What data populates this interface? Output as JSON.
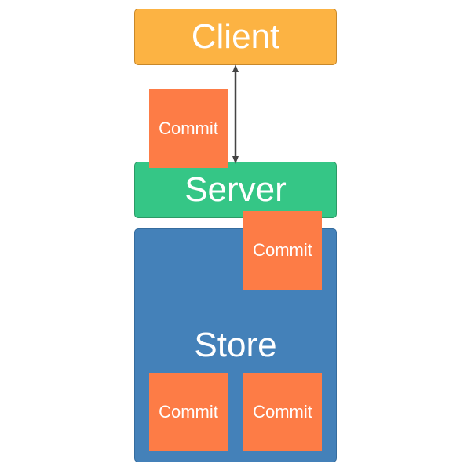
{
  "nodes": {
    "client": {
      "label": "Client",
      "color": "#fcb343"
    },
    "server": {
      "label": "Server",
      "color": "#35c686"
    },
    "store": {
      "label": "Store",
      "color": "#4481b9"
    }
  },
  "commits": [
    {
      "label": "Commit",
      "color": "#fd7c46"
    },
    {
      "label": "Commit",
      "color": "#fd7c46"
    },
    {
      "label": "Commit",
      "color": "#fd7c46"
    },
    {
      "label": "Commit",
      "color": "#fd7c46"
    }
  ],
  "connector": {
    "type": "bidirectional-arrow",
    "from": "client",
    "to": "server",
    "color": "#444444"
  }
}
